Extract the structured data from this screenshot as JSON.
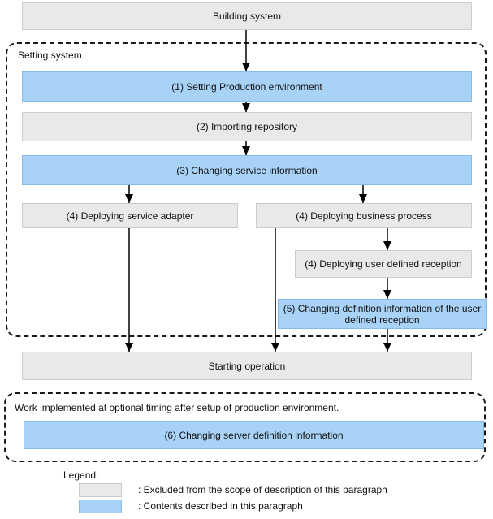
{
  "colors": {
    "excluded_fill": "#e9e9e9",
    "excluded_border": "#cdcdcd",
    "described_fill": "#a9d2f7",
    "described_border": "#85bbe8",
    "arrow_line": "#000000",
    "dashed_border": "#1a1a1a",
    "text": "#111111"
  },
  "flow": {
    "building_system": "Building system",
    "setting_container_label": "Setting system",
    "step1": "(1) Setting Production environment",
    "step2": "(2) Importing repository",
    "step3": "(3) Changing service information",
    "step4_service_adapter": "(4) Deploying service adapter",
    "step4_business_process": "(4) Deploying business process",
    "step4_user_reception": "(4) Deploying user defined reception",
    "step5": "(5) Changing definition information of the user defined reception",
    "starting_operation": "Starting operation",
    "optional_container_label": "Work implemented at optional timing after setup of production environment.",
    "step6": "(6) Changing server definition information"
  },
  "legend": {
    "title": "Legend:",
    "excluded_label": ": Excluded from the scope of description of this paragraph",
    "described_label": ": Contents described in this paragraph"
  }
}
